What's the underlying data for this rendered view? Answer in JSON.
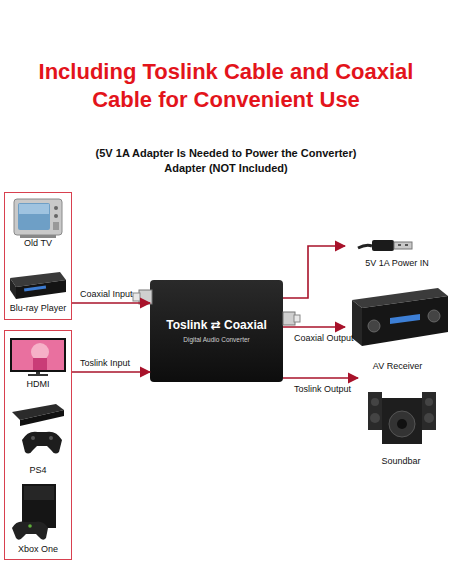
{
  "diagram": {
    "title": "Including Toslink Cable and Coaxial Cable for Convenient Use",
    "nodes": [
      {
        "text": [
          "Old TV",
          "Blu-ray Player"
        ]
      },
      {
        "text": [
          "HDMI",
          "PS4",
          "Xbox One"
        ]
      },
      {
        "text": [
          "Toslink ⇄ Coaxial",
          "Digital Audio Converter"
        ]
      },
      {
        "text": [
          "5V 1A Power IN"
        ]
      },
      {
        "text": [
          "AV Receiver"
        ]
      },
      {
        "text": [
          "Soundbar"
        ]
      }
    ],
    "edges": [
      {
        "from": 0,
        "to": 2,
        "label": "Coaxial Input",
        "arrow": "to"
      },
      {
        "from": 1,
        "to": 2,
        "label": "Toslink Input",
        "arrow": "to"
      },
      {
        "from": 2,
        "to": 3,
        "arrow": "to"
      },
      {
        "from": 2,
        "to": 4,
        "label": "Coaxial Output",
        "arrow": "to"
      },
      {
        "from": 2,
        "to": 5,
        "label": "Toslink Output",
        "arrow": "to"
      }
    ],
    "labels": [
      "(5V 1A Adapter Is Needed to Power the Converter)",
      "Adapter (NOT Included)"
    ]
  }
}
